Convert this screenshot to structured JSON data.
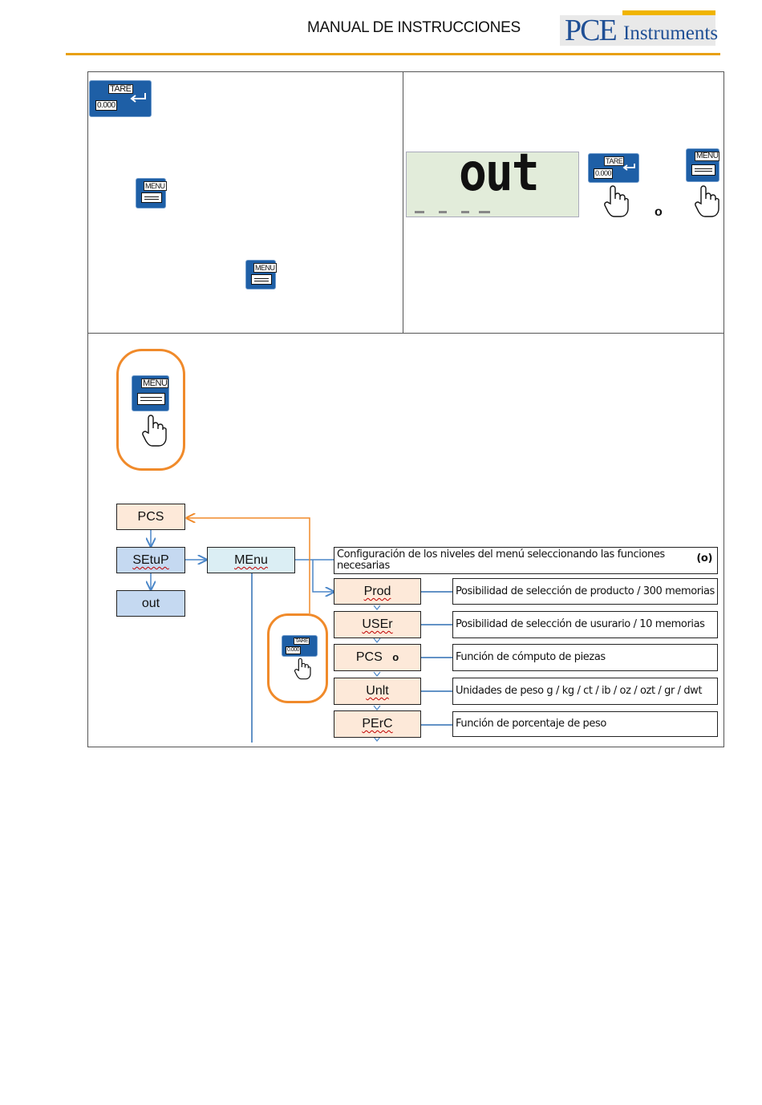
{
  "header": {
    "title": "MANUAL DE INSTRUCCIONES",
    "logo_pce": "PCE",
    "logo_instruments": "Instruments"
  },
  "colors": {
    "accent_orange": "#e8a012",
    "key_blue": "#1e5fa6",
    "logo_blue": "#1f4f95",
    "callout_orange": "#f08a2a"
  },
  "keys": {
    "tare_label": "TARE",
    "tare_display": "0.000",
    "menu_label": "MENU"
  },
  "lcd": {
    "text": "out"
  },
  "misc": {
    "or_text": "o"
  },
  "flow": {
    "pcs": "PCS",
    "setup": "SEtuP",
    "out": "out",
    "menu": "MEnu",
    "menu_desc": "Configuración de los niveles del menú seleccionando las funciones necesarias",
    "menu_desc_suffix": "(o)",
    "items": [
      {
        "code": "Prod",
        "desc": "Posibilidad de selección de producto / 300 memorias"
      },
      {
        "code": "USEr",
        "desc": "Posibilidad de selección de usurario / 10 memorias"
      },
      {
        "code": "PCS",
        "desc": "Función de cómputo de piezas",
        "suffix": "o"
      },
      {
        "code": "Unlt",
        "desc": "Unidades de peso g / kg / ct / ib / oz / ozt / gr / dwt"
      },
      {
        "code": "PErC",
        "desc": "Función de porcentaje de peso"
      }
    ]
  }
}
